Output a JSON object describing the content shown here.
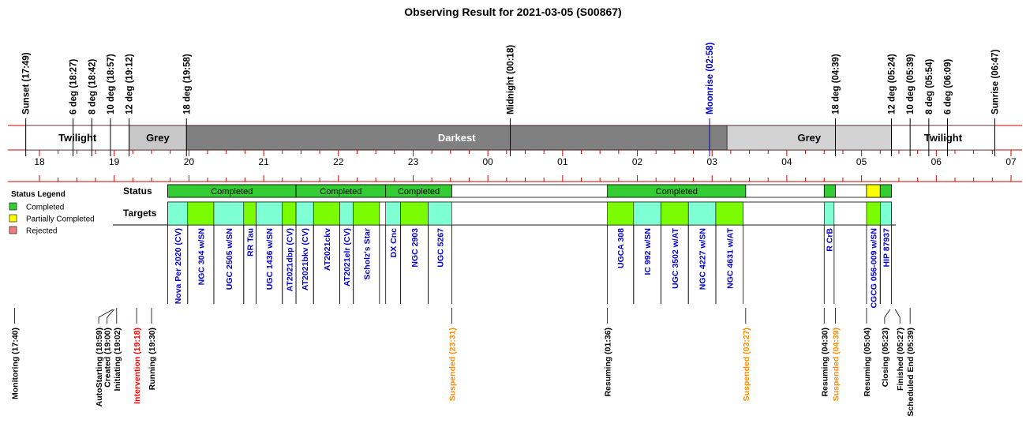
{
  "chart_data": {
    "type": "timeline",
    "title": "Observing Result for 2021-03-05 (S00867)",
    "x_axis": {
      "min": 17.7,
      "max": 31.0,
      "tick_labels": [
        "18",
        "19",
        "20",
        "21",
        "22",
        "23",
        "00",
        "01",
        "02",
        "03",
        "04",
        "05",
        "06",
        "07"
      ]
    },
    "twilight_markers": [
      {
        "t": 17.817,
        "label": "Sunset (17:49)",
        "color": "#000000"
      },
      {
        "t": 18.45,
        "label": "6 deg (18:27)",
        "color": "#000000"
      },
      {
        "t": 18.7,
        "label": "8 deg (18:42)",
        "color": "#000000"
      },
      {
        "t": 18.95,
        "label": "10 deg (18:57)",
        "color": "#000000"
      },
      {
        "t": 19.2,
        "label": "12 deg (19:12)",
        "color": "#000000"
      },
      {
        "t": 19.967,
        "label": "18 deg (19:58)",
        "color": "#000000"
      },
      {
        "t": 24.3,
        "label": "Midnight (00:18)",
        "color": "#000000"
      },
      {
        "t": 26.967,
        "label": "Moonrise (02:58)",
        "color": "#0000cc"
      },
      {
        "t": 28.65,
        "label": "18 deg (04:39)",
        "color": "#000000"
      },
      {
        "t": 29.4,
        "label": "12 deg (05:24)",
        "color": "#000000"
      },
      {
        "t": 29.65,
        "label": "10 deg (05:39)",
        "color": "#000000"
      },
      {
        "t": 29.9,
        "label": "8 deg (05:54)",
        "color": "#000000"
      },
      {
        "t": 30.15,
        "label": "6 deg (06:09)",
        "color": "#000000"
      },
      {
        "t": 30.783,
        "label": "Sunrise (06:47)",
        "color": "#000000"
      }
    ],
    "sky_bands": [
      {
        "start": 17.817,
        "end": 19.2,
        "label": "Twilight",
        "color": "#ffffff",
        "text_color": "#000000"
      },
      {
        "start": 19.2,
        "end": 19.967,
        "label": "Grey",
        "color": "#c8c8c8",
        "text_color": "#000000"
      },
      {
        "start": 19.967,
        "end": 27.2,
        "label": "Darkest",
        "color": "#808080",
        "text_color": "#ffffff"
      },
      {
        "start": 27.2,
        "end": 29.4,
        "label": "Grey",
        "color": "#d3d3d3",
        "text_color": "#000000"
      },
      {
        "start": 29.4,
        "end": 30.783,
        "label": "Twilight",
        "color": "#ffffff",
        "text_color": "#000000"
      }
    ],
    "status_row_label": "Status",
    "targets_row_label": "Targets",
    "status_segments": [
      {
        "start": 19.717,
        "end": 21.433,
        "status": "Completed",
        "label": "Completed"
      },
      {
        "start": 21.433,
        "end": 22.633,
        "status": "Completed",
        "label": "Completed"
      },
      {
        "start": 22.633,
        "end": 23.517,
        "status": "Completed",
        "label": "Completed"
      },
      {
        "start": 25.6,
        "end": 27.45,
        "status": "Completed",
        "label": "Completed"
      },
      {
        "start": 28.5,
        "end": 28.65,
        "status": "Completed",
        "label": ""
      },
      {
        "start": 29.067,
        "end": 29.25,
        "status": "Partially Completed",
        "label": ""
      },
      {
        "start": 29.25,
        "end": 29.4,
        "status": "Completed",
        "label": ""
      }
    ],
    "targets": [
      {
        "start": 19.717,
        "end": 19.983,
        "name": "Nova Per 2020 (CV)",
        "color": "#7fffd4"
      },
      {
        "start": 19.983,
        "end": 20.333,
        "name": "NGC 304 w/SN",
        "color": "#7cfc00"
      },
      {
        "start": 20.333,
        "end": 20.733,
        "name": "UGC 2505 w/SN",
        "color": "#7fffd4"
      },
      {
        "start": 20.733,
        "end": 20.9,
        "name": "RR Tau",
        "color": "#7cfc00"
      },
      {
        "start": 20.9,
        "end": 21.25,
        "name": "UGC 1436 w/SN",
        "color": "#7fffd4"
      },
      {
        "start": 21.25,
        "end": 21.433,
        "name": "AT2021dbp (CV)",
        "color": "#7cfc00"
      },
      {
        "start": 21.433,
        "end": 21.667,
        "name": "AT2021bkv (CV)",
        "color": "#7fffd4"
      },
      {
        "start": 21.667,
        "end": 22.017,
        "name": "AT2021ckv",
        "color": "#7cfc00"
      },
      {
        "start": 22.017,
        "end": 22.2,
        "name": "AT2021elr (CV)",
        "color": "#7fffd4"
      },
      {
        "start": 22.2,
        "end": 22.55,
        "name": "Scholz's Star",
        "color": "#7cfc00"
      },
      {
        "start": 22.633,
        "end": 22.833,
        "name": "DX Cnc",
        "color": "#7fffd4"
      },
      {
        "start": 22.833,
        "end": 23.2,
        "name": "NGC 2903",
        "color": "#7cfc00"
      },
      {
        "start": 23.2,
        "end": 23.517,
        "name": "UGC 5267",
        "color": "#7fffd4"
      },
      {
        "start": 25.6,
        "end": 25.95,
        "name": "UGCA 308",
        "color": "#7cfc00"
      },
      {
        "start": 25.95,
        "end": 26.317,
        "name": "IC 992 w/SN",
        "color": "#7fffd4"
      },
      {
        "start": 26.317,
        "end": 26.683,
        "name": "UGC 3502 w/AT",
        "color": "#7cfc00"
      },
      {
        "start": 26.683,
        "end": 27.05,
        "name": "NGC 4227 w/SN",
        "color": "#7fffd4"
      },
      {
        "start": 27.05,
        "end": 27.417,
        "name": "NGC 4631 w/AT",
        "color": "#7cfc00"
      },
      {
        "start": 28.5,
        "end": 28.633,
        "name": "R CrB",
        "color": "#7fffd4"
      },
      {
        "start": 29.067,
        "end": 29.25,
        "name": "CGCG 056-009 w/SN",
        "color": "#7cfc00"
      },
      {
        "start": 29.25,
        "end": 29.4,
        "name": "HIP 87937",
        "color": "#7fffd4"
      }
    ],
    "status_legend": {
      "title": "Status Legend",
      "items": [
        {
          "label": "Completed",
          "color": "#33cc33"
        },
        {
          "label": "Partially Completed",
          "color": "#ffff00"
        },
        {
          "label": "Rejected",
          "color": "#f08080"
        }
      ]
    },
    "events": [
      {
        "t": 17.667,
        "label": "Monitoring (17:40)",
        "color": "#000000"
      },
      {
        "t": 18.983,
        "label": "AutoStarting (18:59)",
        "color": "#000000"
      },
      {
        "t": 19.0,
        "label": "Created (19:00)",
        "color": "#000000"
      },
      {
        "t": 19.033,
        "label": "Initiating (19:02)",
        "color": "#000000"
      },
      {
        "t": 19.3,
        "label": "Intervention (19:18)",
        "color": "#ff0000"
      },
      {
        "t": 19.5,
        "label": "Running (19:30)",
        "color": "#000000"
      },
      {
        "t": 23.517,
        "label": "Suspended (23:31)",
        "color": "#ff8c00"
      },
      {
        "t": 25.6,
        "label": "Resuming (01:36)",
        "color": "#000000"
      },
      {
        "t": 27.45,
        "label": "Suspended (03:27)",
        "color": "#ff8c00"
      },
      {
        "t": 28.5,
        "label": "Resuming (04:30)",
        "color": "#000000"
      },
      {
        "t": 28.65,
        "label": "Suspended (04:39)",
        "color": "#ff8c00"
      },
      {
        "t": 29.067,
        "label": "Resuming (05:04)",
        "color": "#000000"
      },
      {
        "t": 29.383,
        "label": "Closing (05:23)",
        "color": "#000000"
      },
      {
        "t": 29.45,
        "label": "Finished (05:27)",
        "color": "#000000"
      },
      {
        "t": 29.65,
        "label": "Scheduled End (05:39)",
        "color": "#000000"
      }
    ]
  }
}
